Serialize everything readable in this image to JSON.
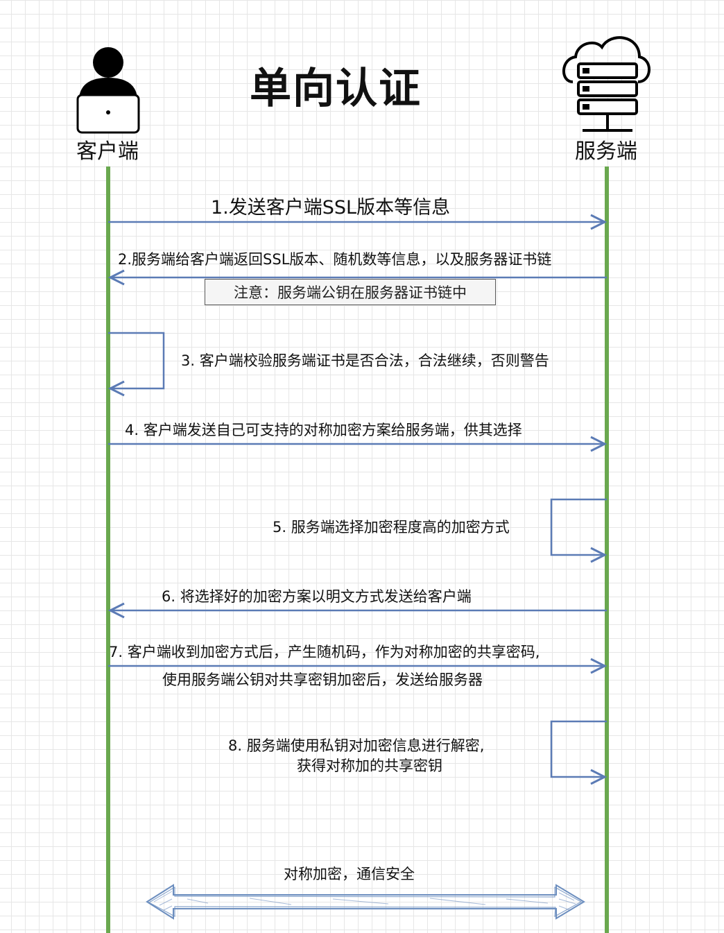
{
  "title": "单向认证",
  "actors": {
    "client": {
      "label": "客户端",
      "icon": "user-laptop-icon"
    },
    "server": {
      "label": "服务端",
      "icon": "cloud-server-icon"
    }
  },
  "steps": [
    {
      "text": "1.发送客户端SSL版本等信息",
      "direction": "client-to-server"
    },
    {
      "text": "2.服务端给客户端返回SSL版本、随机数等信息，以及服务器证书链",
      "direction": "server-to-client"
    },
    {
      "text": "3. 客户端校验服务端证书是否合法，合法继续，否则警告",
      "direction": "client-self"
    },
    {
      "text": "4. 客户端发送自己可支持的对称加密方案给服务端，供其选择",
      "direction": "client-to-server"
    },
    {
      "text": "5. 服务端选择加密程度高的加密方式",
      "direction": "server-self"
    },
    {
      "text": "6. 将选择好的加密方案以明文方式发送给客户端",
      "direction": "server-to-client"
    },
    {
      "lines": [
        "7. 客户端收到加密方式后，产生随机码，作为对称加密的共享密码,",
        "使用服务端公钥对共享密钥加密后，发送给服务器"
      ],
      "direction": "client-to-server"
    },
    {
      "lines": [
        "8. 服务端使用私钥对加密信息进行解密,",
        "获得对称加的共享密钥"
      ],
      "direction": "server-self"
    }
  ],
  "note": "注意：服务端公钥在服务器证书链中",
  "final": {
    "text": "对称加密，通信安全",
    "direction": "bidirectional"
  },
  "colors": {
    "lifeline": "#6aa84f",
    "arrow": "#5b7bb5",
    "final_arrow": "#6c8ebf"
  }
}
